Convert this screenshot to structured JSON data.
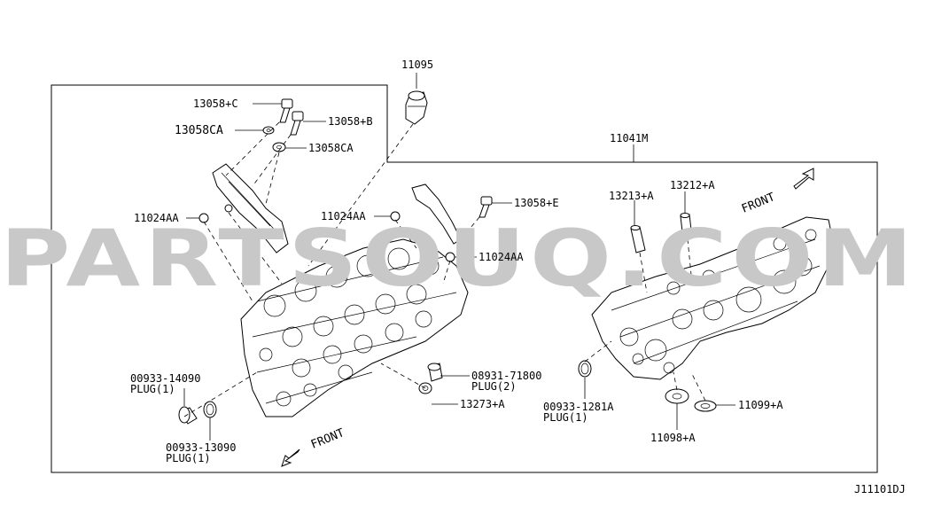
{
  "watermark": "PARTSOUQ.COM",
  "diagram_code": "J11101DJ",
  "front_label_right": "FRONT",
  "front_label_left": "FRONT",
  "labels": {
    "p11095": "11095",
    "p13058c": "13058+C",
    "p13058b": "13058+B",
    "p13058ca_a": "13058CA",
    "p13058ca_b": "13058CA",
    "p11041m": "11041M",
    "p11024aa_a": "11024AA",
    "p11024aa_b": "11024AA",
    "p11024aa_c": "11024AA",
    "p13058e": "13058+E",
    "p13213a": "13213+A",
    "p13212a": "13212+A",
    "p00933_14090": "00933-14090",
    "p00933_14090_plug": "PLUG(1)",
    "p08931_71800": "08931-71800",
    "p08931_71800_plug": "PLUG(2)",
    "p13273a": "13273+A",
    "p00933_13090": "00933-13090",
    "p00933_13090_plug": "PLUG(1)",
    "p00933_1281a": "00933-1281A",
    "p00933_1281a_plug": "PLUG(1)",
    "p11099a": "11099+A",
    "p11098a": "11098+A"
  }
}
